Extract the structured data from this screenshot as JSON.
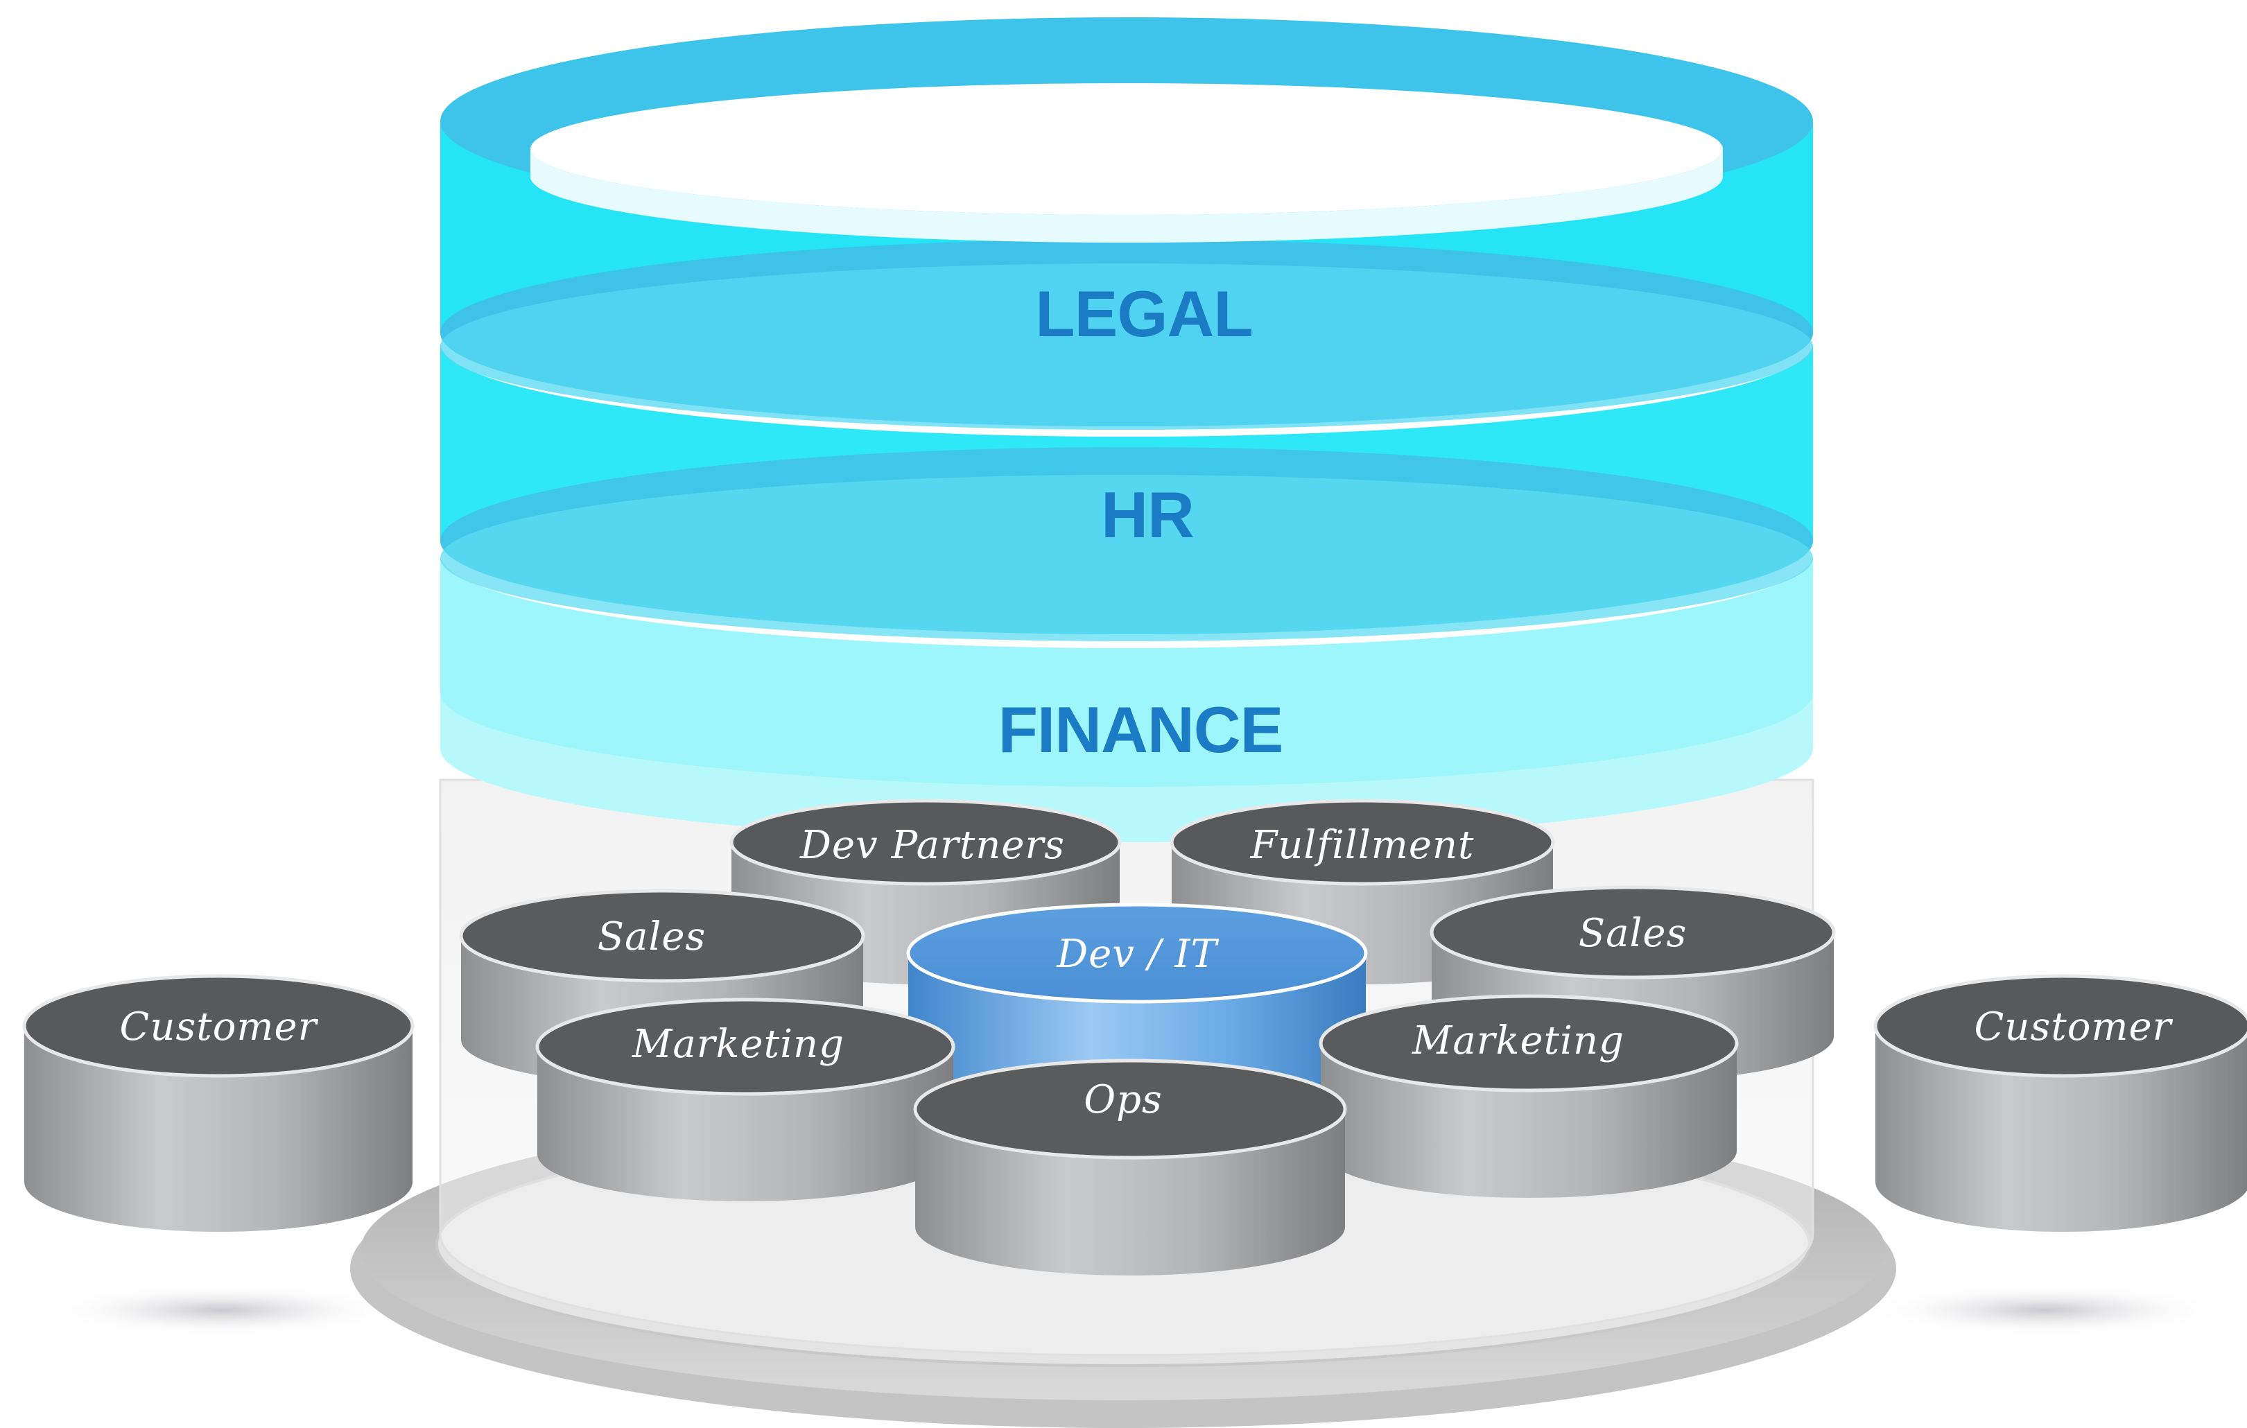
{
  "colors": {
    "band_dark": "#3ec4ea",
    "band_mid": "#1ee6f5",
    "band_light": "#9cf6fb",
    "band_label_blue": "#1b7bc4",
    "silo_top": "#58595b",
    "silo_side": "#a7a8aa",
    "devit_top": "#6aa9e2",
    "devit_side": "#4f93d6",
    "platform": "#bdbdbd"
  },
  "bands": [
    {
      "label": "LEGAL"
    },
    {
      "label": "HR"
    },
    {
      "label": "FINANCE"
    }
  ],
  "silos": {
    "dev_partners": "Dev Partners",
    "fulfillment": "Fulfillment",
    "sales_left": "Sales",
    "sales_right": "Sales",
    "dev_it": "Dev / IT",
    "marketing_left": "Marketing",
    "marketing_right": "Marketing",
    "ops": "Ops"
  },
  "external": {
    "customer_left": "Customer",
    "customer_right": "Customer"
  }
}
